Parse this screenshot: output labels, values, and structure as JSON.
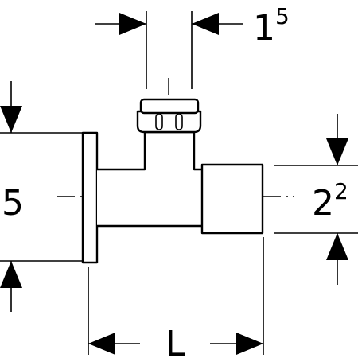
{
  "diagram": {
    "dimensions": {
      "top_width": {
        "base": "1",
        "sup": "5"
      },
      "left_height": {
        "base": "5"
      },
      "right_height": {
        "base": "2",
        "sup": "2"
      },
      "bottom_length": {
        "base": "L"
      }
    }
  }
}
